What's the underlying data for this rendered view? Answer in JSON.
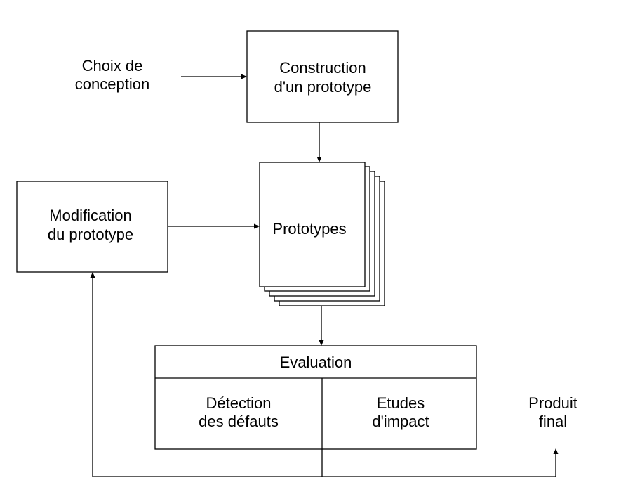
{
  "nodes": {
    "design_choice": {
      "line1": "Choix de",
      "line2": "conception"
    },
    "construction": {
      "line1": "Construction",
      "line2": "d'un prototype"
    },
    "prototypes": {
      "label": "Prototypes"
    },
    "modification": {
      "line1": "Modification",
      "line2": "du prototype"
    },
    "evaluation": {
      "title": "Evaluation"
    },
    "defect_detection": {
      "line1": "Détection",
      "line2": "des défauts"
    },
    "impact_studies": {
      "line1": "Etudes",
      "line2": "d'impact"
    },
    "final_product": {
      "line1": "Produit",
      "line2": "final"
    }
  }
}
